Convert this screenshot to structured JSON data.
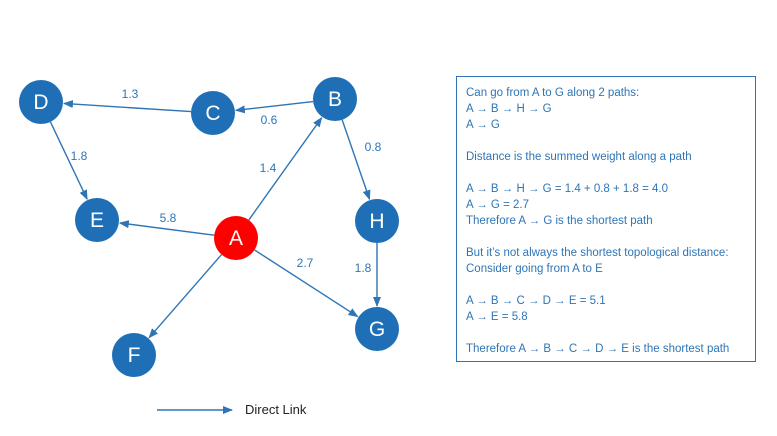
{
  "colors": {
    "node_default": "#1f6fb7",
    "node_highlight": "#ff0000",
    "edge": "#2e75b6",
    "text": "#2e75b6",
    "legend_text": "#222222"
  },
  "nodes": [
    {
      "id": "A",
      "label": "A",
      "highlight": true
    },
    {
      "id": "B",
      "label": "B",
      "highlight": false
    },
    {
      "id": "C",
      "label": "C",
      "highlight": false
    },
    {
      "id": "D",
      "label": "D",
      "highlight": false
    },
    {
      "id": "E",
      "label": "E",
      "highlight": false
    },
    {
      "id": "F",
      "label": "F",
      "highlight": false
    },
    {
      "id": "G",
      "label": "G",
      "highlight": false
    },
    {
      "id": "H",
      "label": "H",
      "highlight": false
    }
  ],
  "edges": [
    {
      "from": "B",
      "to": "C",
      "weight": "0.6"
    },
    {
      "from": "C",
      "to": "D",
      "weight": "1.3"
    },
    {
      "from": "D",
      "to": "E",
      "weight": "1.8"
    },
    {
      "from": "A",
      "to": "B",
      "weight": "1.4"
    },
    {
      "from": "A",
      "to": "E",
      "weight": "5.8"
    },
    {
      "from": "A",
      "to": "G",
      "weight": "2.7"
    },
    {
      "from": "A",
      "to": "F",
      "weight": ""
    },
    {
      "from": "B",
      "to": "H",
      "weight": "0.8"
    },
    {
      "from": "H",
      "to": "G",
      "weight": "1.8"
    }
  ],
  "legend": {
    "label": "Direct Link"
  },
  "info_lines": [
    "Can go from A to G along 2 paths:",
    "A → B → H → G",
    "A → G",
    "",
    "Distance is the summed weight along a path",
    "",
    "A → B → H → G = 1.4 + 0.8 + 1.8 = 4.0",
    "A → G = 2.7",
    "Therefore A → G is the shortest path",
    "",
    "But it’s not always the shortest topological distance:",
    "Consider going from A to E",
    "",
    "A → B → C → D → E = 5.1",
    "A → E = 5.8",
    "",
    "Therefore A → B → C → D → E  is the shortest path"
  ]
}
